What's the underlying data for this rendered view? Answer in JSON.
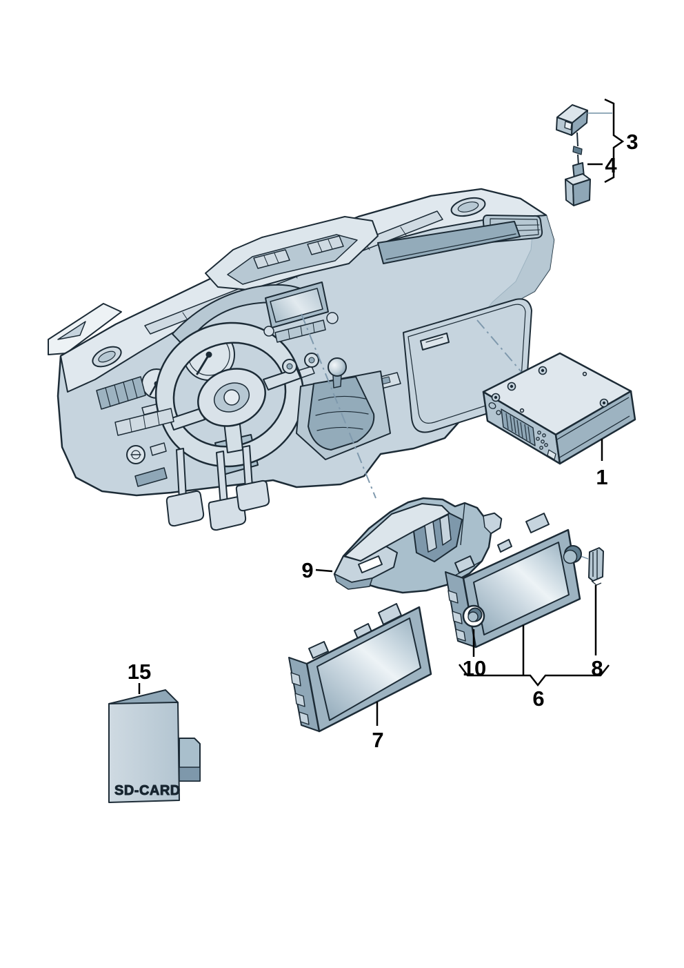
{
  "diagram": {
    "type": "exploded-parts-diagram",
    "subject": "vehicle dashboard infotainment components",
    "background": "#ffffff",
    "colors": {
      "outline": "#1c2b36",
      "fill_light": "#e0e8ee",
      "fill_mid": "#c6d4de",
      "fill_dark": "#8fa7b7",
      "fill_darker": "#5f7c8e",
      "screen_highlight": "#edf3f6",
      "leader_line": "#000000",
      "leader_dash": "#7f99ad",
      "label_color": "#000000"
    },
    "labels": {
      "p1": "1",
      "p3": "3",
      "p4": "4",
      "p6": "6",
      "p7": "7",
      "p8": "8",
      "p9": "9",
      "p10": "10",
      "p15": "15"
    },
    "sd_card_text": "SD-CARD"
  }
}
